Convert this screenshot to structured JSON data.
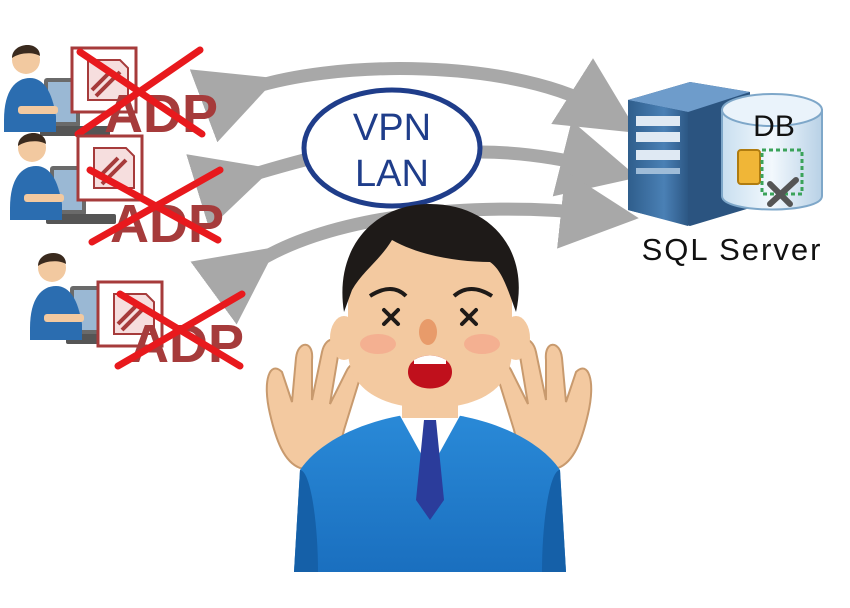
{
  "clients": [
    {
      "label": "ADP",
      "status": "crossed-out"
    },
    {
      "label": "ADP",
      "status": "crossed-out"
    },
    {
      "label": "ADP",
      "status": "crossed-out"
    }
  ],
  "network": {
    "line1": "VPN",
    "line2": "LAN"
  },
  "server": {
    "db_label": "DB",
    "caption": "SQL Server"
  },
  "person": {
    "expression": "panicked"
  },
  "colors": {
    "adp_text": "#a63b3b",
    "cross": "#e8191d",
    "arrow": "#a8a8a8",
    "ellipse_stroke": "#1f3d8a",
    "suit": "#1f7fcf",
    "tie": "#2b3c9b",
    "server_body": "#3c6d9f"
  }
}
